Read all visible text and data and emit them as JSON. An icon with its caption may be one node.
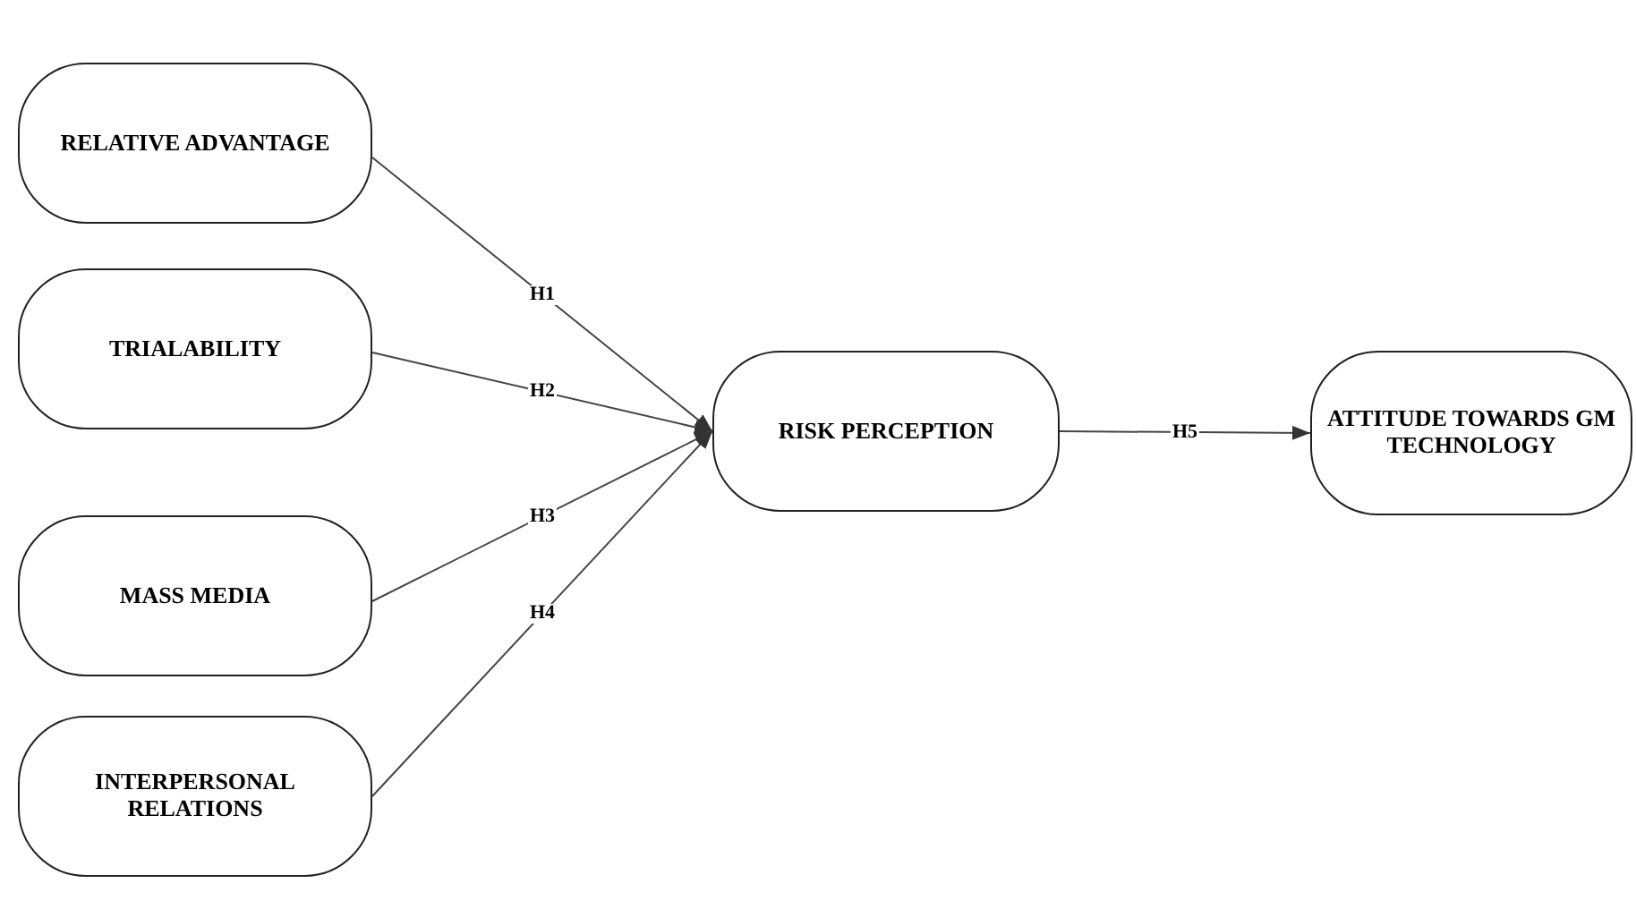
{
  "diagram": {
    "nodes": [
      {
        "text": [
          "RELATIVE ADVANTAGE"
        ]
      },
      {
        "text": [
          "TRIALABILITY"
        ]
      },
      {
        "text": [
          "MASS MEDIA"
        ]
      },
      {
        "text": [
          "INTERPERSONAL RELATIONS"
        ]
      },
      {
        "text": [
          "RISK PERCEPTION"
        ]
      },
      {
        "text": [
          "ATTITUDE TOWARDS GM TECHNOLOGY"
        ]
      }
    ],
    "edges": [
      {
        "from": 0,
        "to": 4,
        "arrow": "to",
        "label": "H1"
      },
      {
        "from": 1,
        "to": 4,
        "arrow": "to",
        "label": "H2"
      },
      {
        "from": 2,
        "to": 4,
        "arrow": "to",
        "label": "H3"
      },
      {
        "from": 3,
        "to": 4,
        "arrow": "to",
        "label": "H4"
      },
      {
        "from": 4,
        "to": 5,
        "arrow": "to",
        "label": "H5"
      }
    ]
  }
}
